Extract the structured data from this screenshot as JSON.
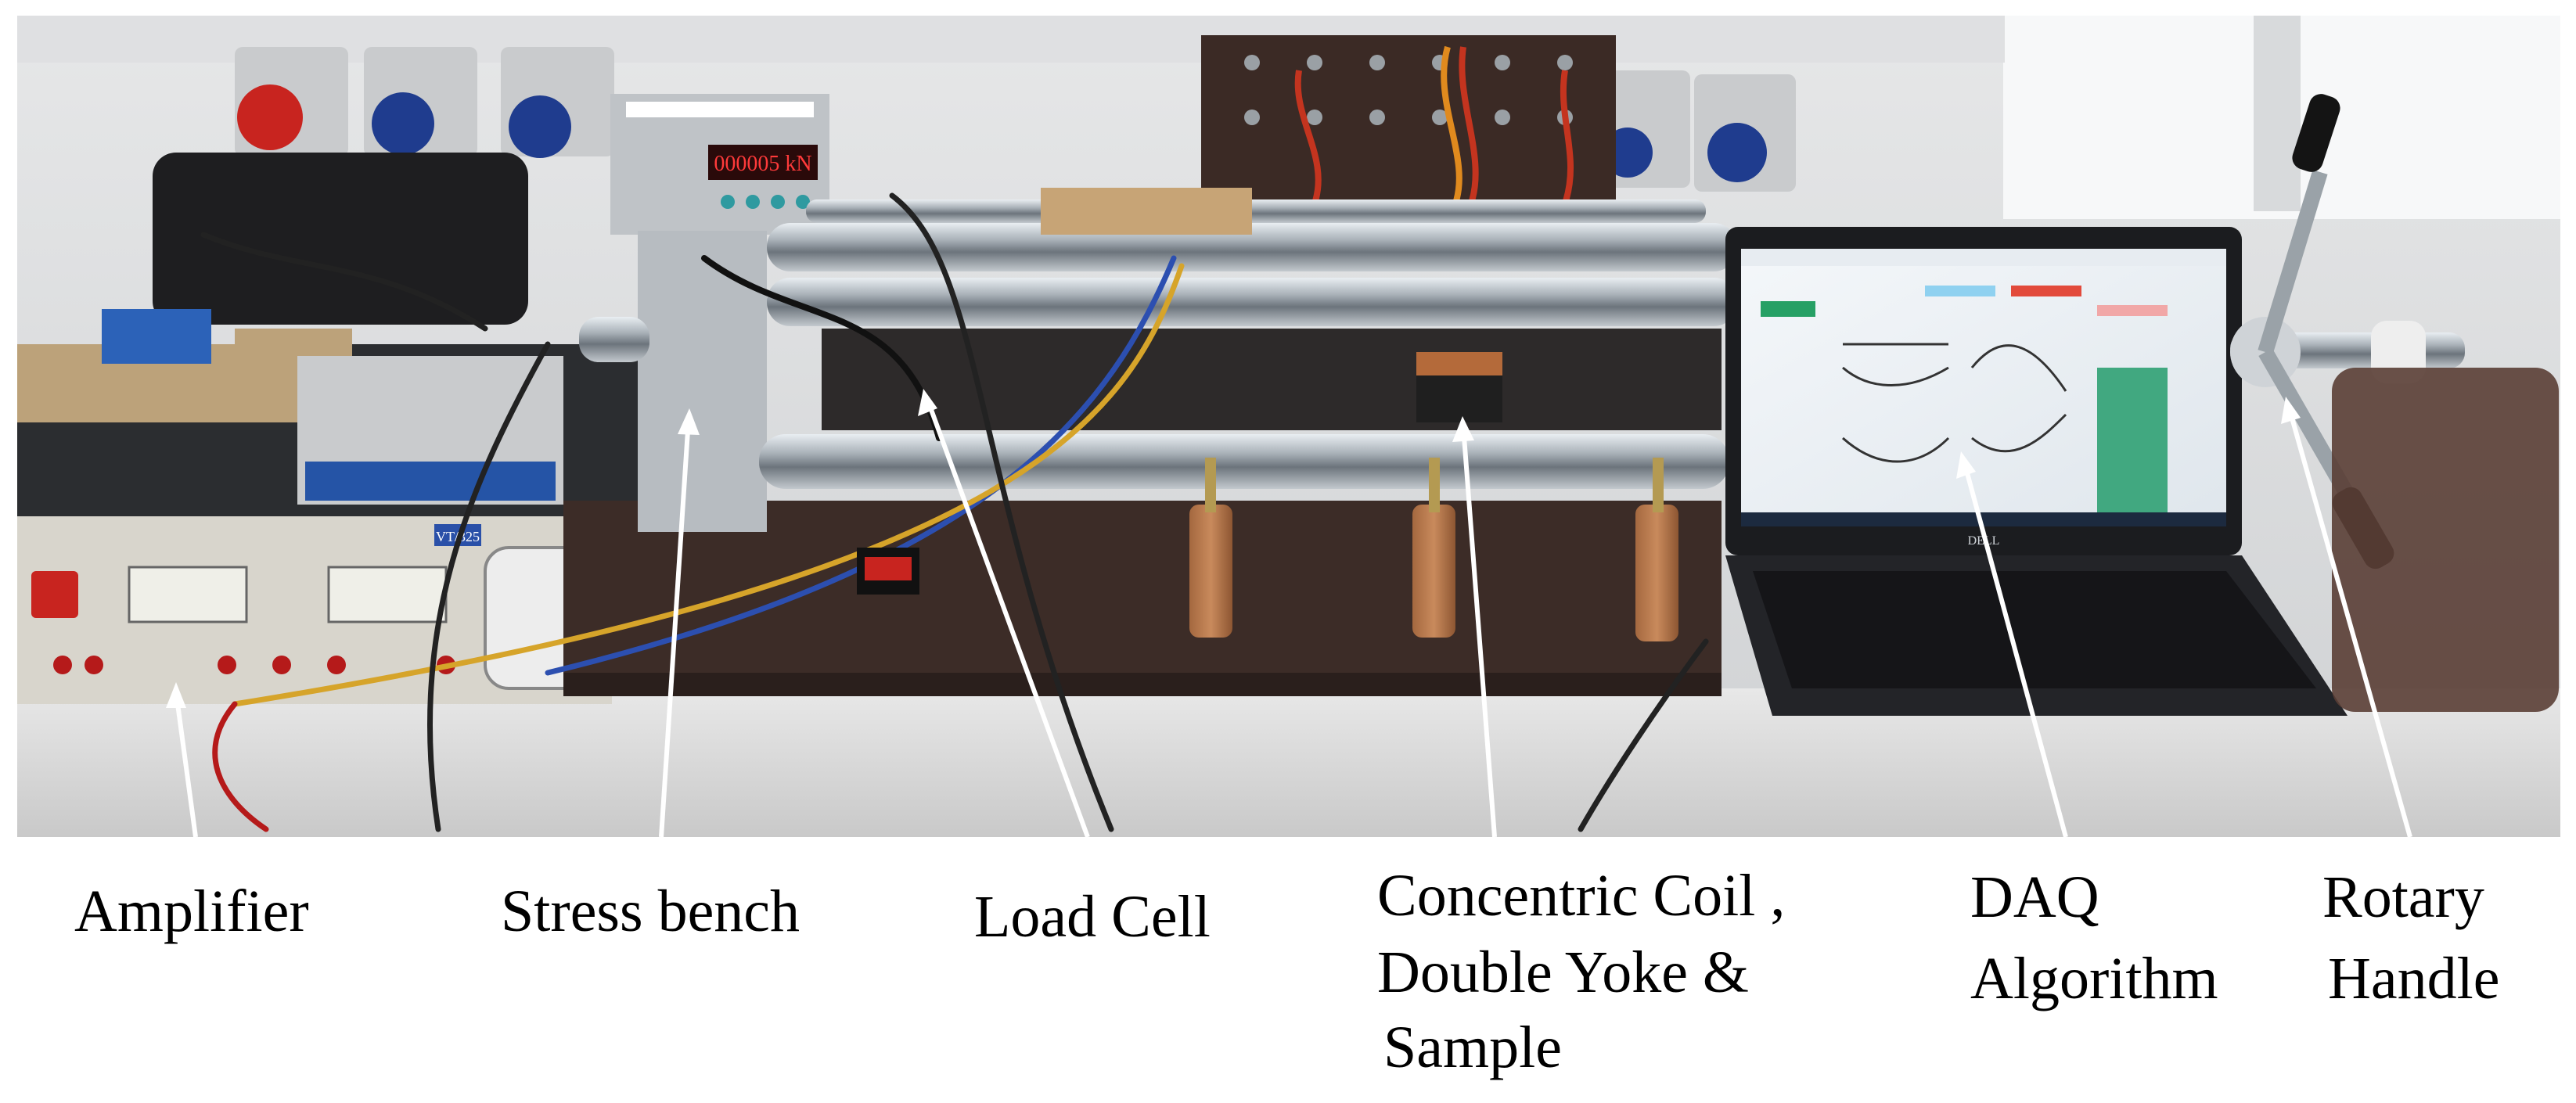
{
  "photo": {
    "description_icon": "photo-icon",
    "meter_display": "000005 kN",
    "laptop_brand": "DELL",
    "amplifier_tag": "VT/325"
  },
  "labels": [
    {
      "id": "amplifier",
      "lines": [
        "Amplifier"
      ]
    },
    {
      "id": "stress-bench",
      "lines": [
        "Stress bench"
      ]
    },
    {
      "id": "load-cell",
      "lines": [
        "Load Cell"
      ]
    },
    {
      "id": "coil-yoke-sample",
      "lines": [
        "Concentric Coil ,",
        "Double Yoke &",
        "Sample"
      ]
    },
    {
      "id": "daq-algorithm",
      "lines": [
        "DAQ",
        "Algorithm"
      ]
    },
    {
      "id": "rotary-handle",
      "lines": [
        "Rotary",
        "Handle"
      ]
    }
  ]
}
